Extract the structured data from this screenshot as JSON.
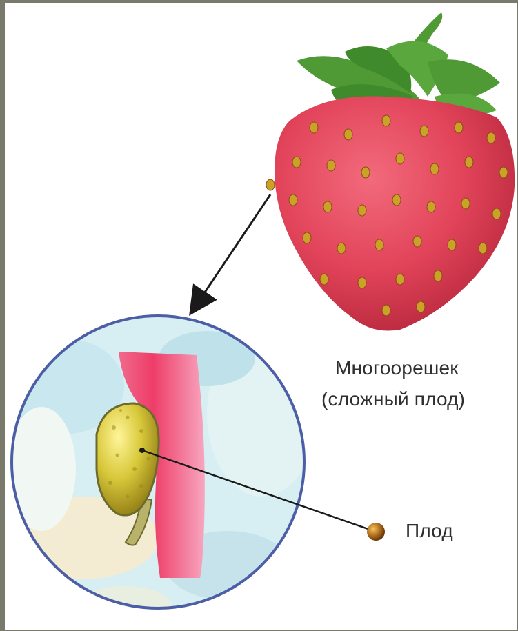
{
  "labels": {
    "compound_fruit_line1": "Многоорешек",
    "compound_fruit_line2": "(сложный плод)",
    "fruit": "Плод"
  },
  "colors": {
    "frame": "#7a7a6c",
    "background": "#ffffff",
    "strawberry": "#e2445a",
    "strawberry_shadow": "#b8283d",
    "achene": "#c9a227",
    "leaves": "#4f9a35",
    "magnifier_border": "#4c5ea5",
    "receptacle_flesh": "#ee3d68",
    "magnifier_fill": "#bfe3ec",
    "seed": "#d8c83a",
    "pointer": "#1a1a1a"
  },
  "icons": {
    "strawberry": "strawberry-illustration",
    "magnifier": "magnified-detail-circle",
    "seed": "achene-seed",
    "marker": "fruit-marker-dot"
  }
}
